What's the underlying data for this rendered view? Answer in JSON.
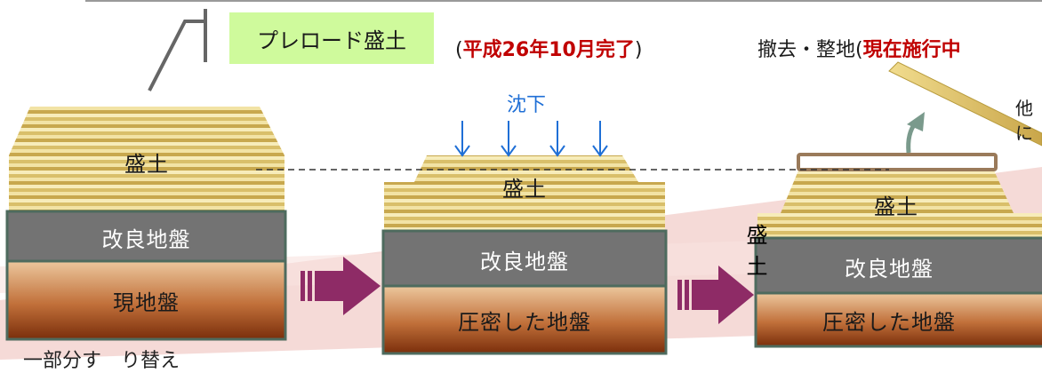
{
  "colors": {
    "embankment_light": "#f4e3a0",
    "embankment_dark": "#b89b3c",
    "improved_ground": "#737373",
    "improved_ground_border": "#4e6b5e",
    "original_ground_top": "#e6b98a",
    "original_ground_bottom": "#8a3a10",
    "arrow": "#8e2b66",
    "settlement_arrow": "#1f6fd6",
    "accent_red": "#c00000",
    "preload_label_bg": "#cffa9c",
    "background_band": "#f3d3d0"
  },
  "icons": {
    "transition_arrow_1": "right-arrow-icon",
    "transition_arrow_2": "right-arrow-icon",
    "settlement_arrows": "down-arrow-icon",
    "removal_arrow": "curved-up-arrow-icon"
  },
  "labels": {
    "preload": "プレロード盛土",
    "completion_prefix": "(",
    "completion_red": "平成26年10月完了",
    "completion_suffix": ")",
    "removal_prefix": "撤去・整地(",
    "removal_red": "現在施行中",
    "settlement": "沈下",
    "other_line1": "他",
    "other_line2": "に",
    "bottom_cut": "一部分す　り替え"
  },
  "stage1": {
    "embankment": "盛土",
    "improved": "改良地盤",
    "ground": "現地盤"
  },
  "stage2": {
    "embankment": "盛土",
    "improved": "改良地盤",
    "ground": "圧密した地盤"
  },
  "stage3": {
    "embankment": "盛土",
    "improved": "改良地盤",
    "ground": "圧密した地盤"
  }
}
